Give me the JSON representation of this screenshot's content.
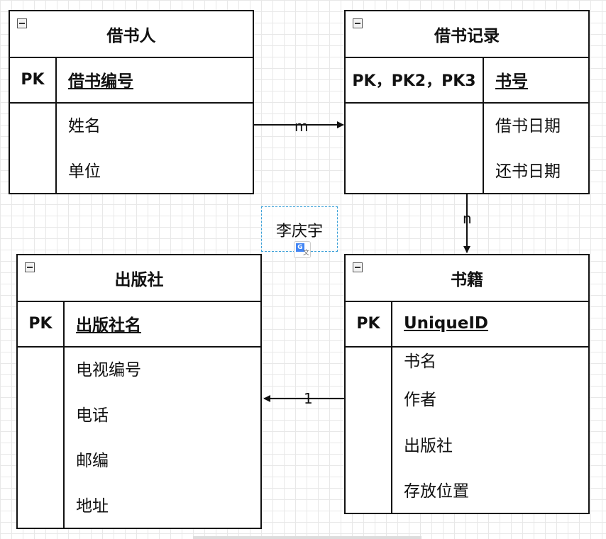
{
  "entities": {
    "borrower": {
      "title": "借书人",
      "pk_label": "PK",
      "key": "借书编号",
      "attrs": [
        "姓名",
        "单位"
      ]
    },
    "borrow_record": {
      "title": "借书记录",
      "pk_label": "PK，PK2，PK3",
      "key": "书号",
      "attrs": [
        "借书日期",
        "还书日期"
      ]
    },
    "publisher": {
      "title": "出版社",
      "pk_label": "PK",
      "key": "出版社名",
      "attrs": [
        "电视编号",
        "电话",
        "邮编",
        "地址"
      ]
    },
    "book": {
      "title": "书籍",
      "pk_label": "PK",
      "key": "UniqueID",
      "attrs": [
        "书名",
        "作者",
        "出版社",
        "存放位置"
      ]
    }
  },
  "relations": {
    "borrower_to_record": "m",
    "record_to_book": "n",
    "book_to_publisher": "1"
  },
  "note": {
    "text": "李庆宇",
    "icon": "translate-icon"
  }
}
